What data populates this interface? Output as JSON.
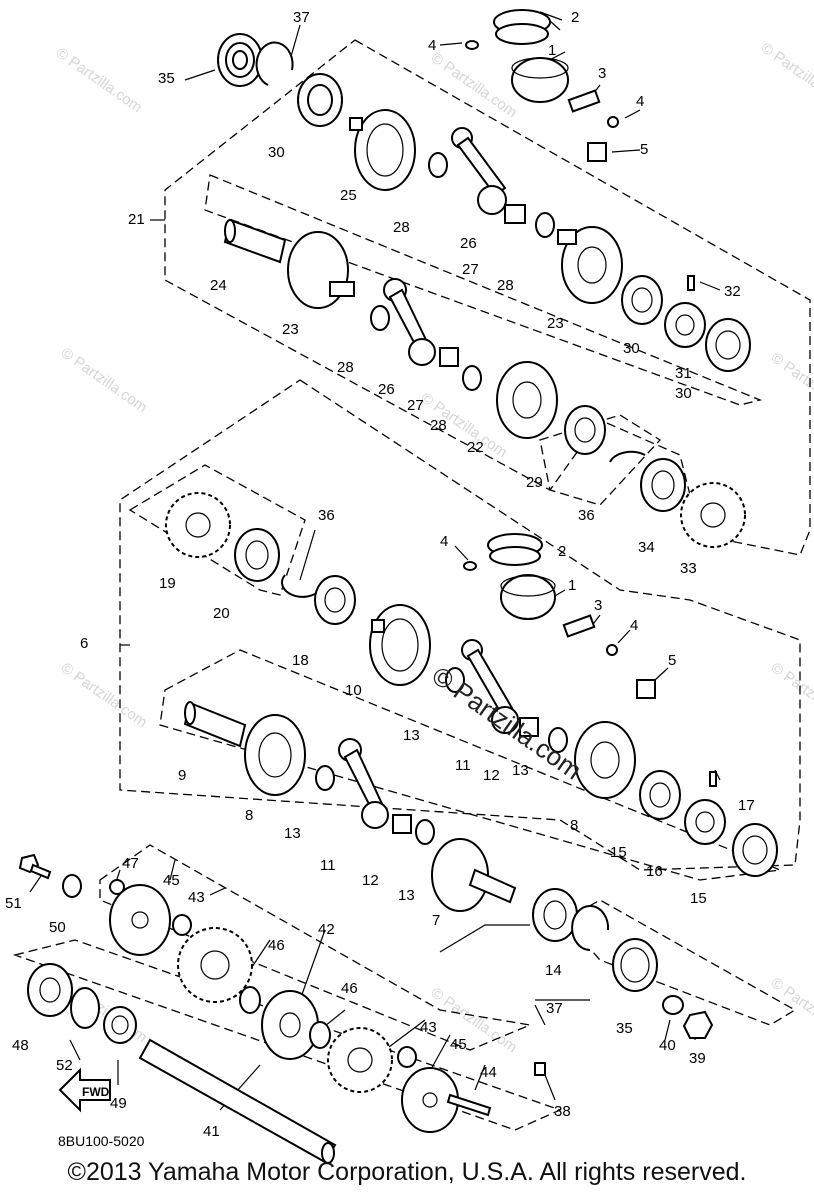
{
  "diagram": {
    "ref_code": "8BU100-5020",
    "copyright": "©2013 Yamaha Motor Corporation, U.S.A. All rights reserved.",
    "center_watermark": "© Partzilla.com",
    "watermark": "© Partzilla.com",
    "fwd_label": "FWD",
    "callouts": [
      "1",
      "2",
      "3",
      "4",
      "5",
      "6",
      "7",
      "8",
      "9",
      "10",
      "11",
      "12",
      "13",
      "14",
      "15",
      "16",
      "17",
      "18",
      "19",
      "20",
      "21",
      "22",
      "23",
      "24",
      "25",
      "26",
      "27",
      "28",
      "29",
      "30",
      "31",
      "32",
      "33",
      "34",
      "35",
      "36",
      "37",
      "38",
      "39",
      "40",
      "41",
      "42",
      "43",
      "44",
      "45",
      "46",
      "47",
      "48",
      "49",
      "50",
      "51",
      "52"
    ]
  }
}
